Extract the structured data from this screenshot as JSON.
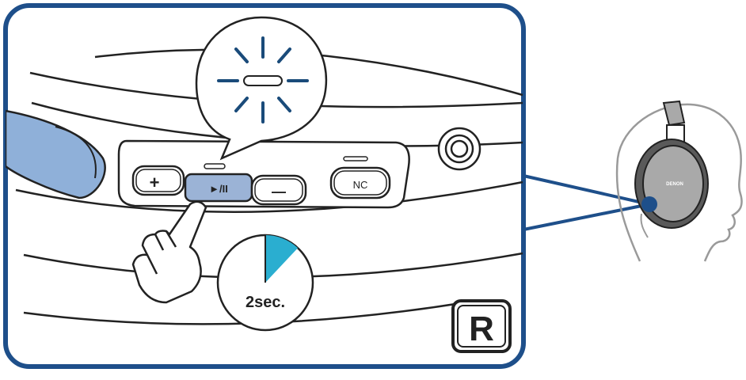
{
  "buttons": {
    "volume_up": "+",
    "play_pause": "►/II",
    "volume_down": "—",
    "noise_cancel": "NC"
  },
  "timer": {
    "label": "2sec.",
    "fraction_filled": 0.12
  },
  "side_badge": "R",
  "brand_logo": "DENON",
  "colors": {
    "frame_blue": "#1e4f8a",
    "led_blue": "#1a4b7a",
    "button_highlight": "#9bb3d6",
    "timer_wedge": "#2aaed0",
    "headphone_gray": "#a9a9a9",
    "head_outline": "#9a9a9a"
  },
  "icons": {
    "hand": "pointing-hand-icon",
    "led_flash": "blinking-led-icon",
    "jack": "audio-jack-icon"
  }
}
